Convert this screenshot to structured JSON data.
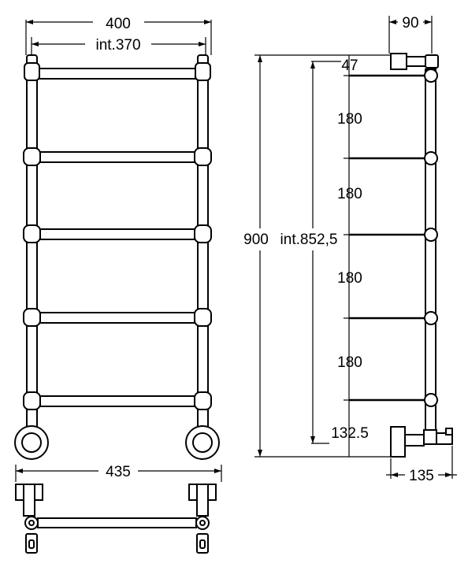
{
  "drawing": {
    "front_view": {
      "overall_width": "400",
      "internal_width": "int.370"
    },
    "top_view": {
      "overall_depth_width": "435"
    },
    "side_view": {
      "wall_offset": "90",
      "top_offset": "47",
      "rung_spacings": [
        "180",
        "180",
        "180",
        "180"
      ],
      "overall_height": "900",
      "internal_height": "int.852,5",
      "bottom_offset": "132.5",
      "valve_projection": "135"
    }
  }
}
